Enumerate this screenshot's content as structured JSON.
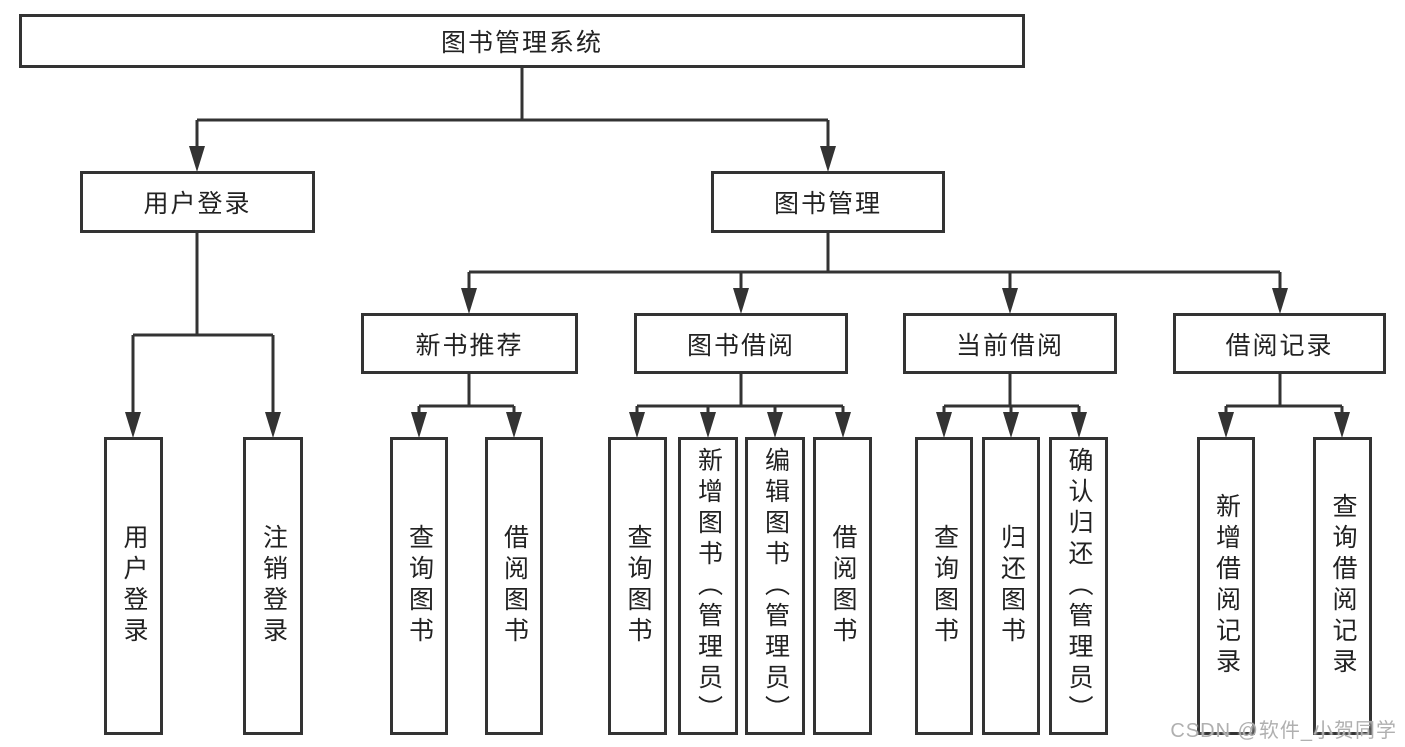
{
  "tree": {
    "root": {
      "label": "图书管理系统"
    },
    "children": [
      {
        "label": "用户登录",
        "children": [
          {
            "label": "用户登录"
          },
          {
            "label": "注销登录"
          }
        ]
      },
      {
        "label": "图书管理",
        "children": [
          {
            "label": "新书推荐",
            "children": [
              {
                "label": "查询图书"
              },
              {
                "label": "借阅图书"
              }
            ]
          },
          {
            "label": "图书借阅",
            "children": [
              {
                "label": "查询图书"
              },
              {
                "label": "新增图书（管理员）"
              },
              {
                "label": "编辑图书（管理员）"
              },
              {
                "label": "借阅图书"
              }
            ]
          },
          {
            "label": "当前借阅",
            "children": [
              {
                "label": "查询图书"
              },
              {
                "label": "归还图书"
              },
              {
                "label": "确认归还（管理员）"
              }
            ]
          },
          {
            "label": "借阅记录",
            "children": [
              {
                "label": "新增借阅记录"
              },
              {
                "label": "查询借阅记录"
              }
            ]
          }
        ]
      }
    ]
  },
  "watermark": "CSDN @软件_小贺同学",
  "colors": {
    "line": "#333333",
    "text": "#222222",
    "watermark": "#b0b0b0",
    "background": "#ffffff"
  }
}
